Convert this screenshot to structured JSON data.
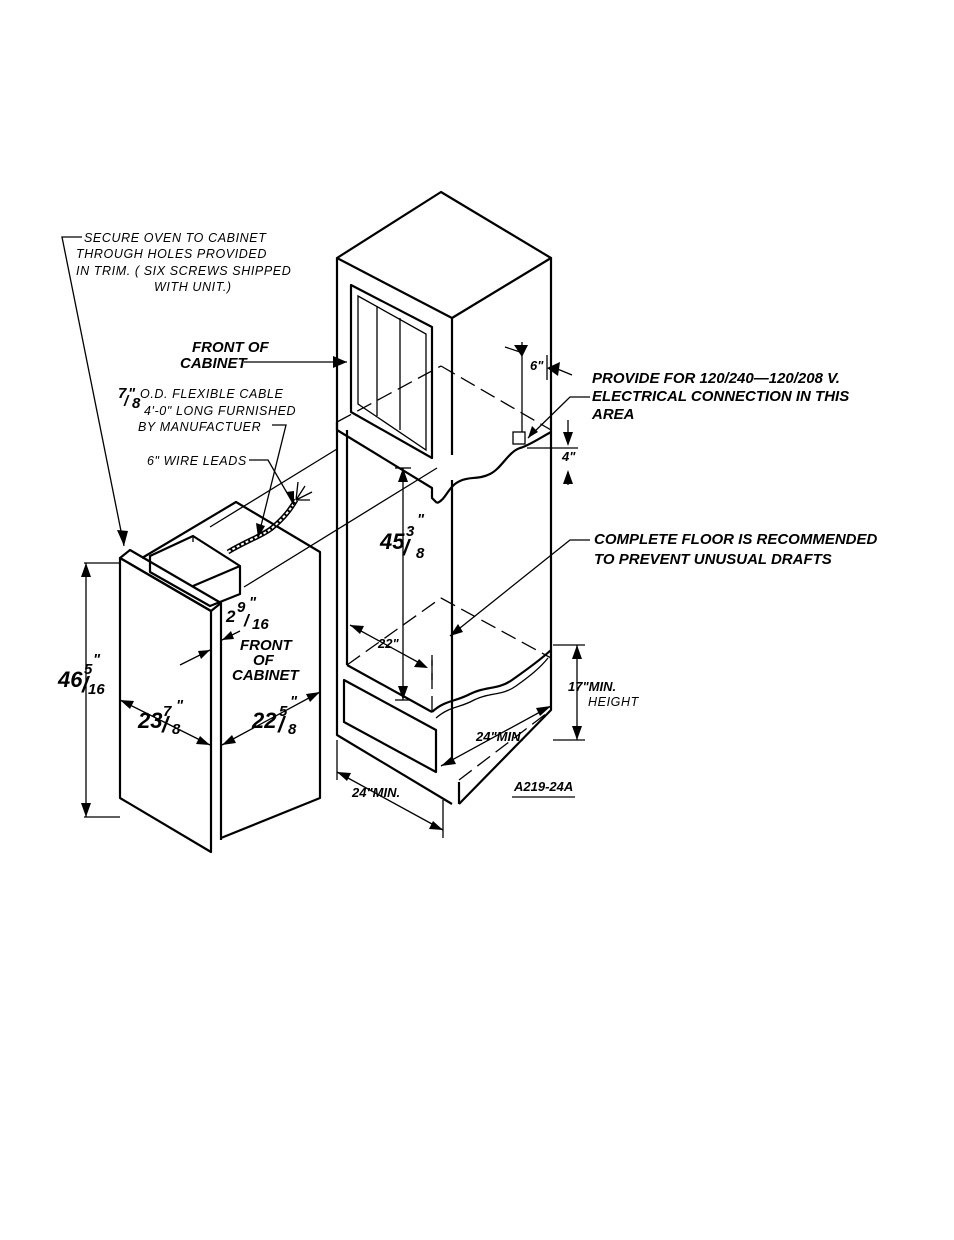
{
  "drawing_id": "A219-24A",
  "notes": {
    "secure": [
      "SECURE  OVEN  TO  CABINET",
      "THROUGH  HOLES  PROVIDED",
      "IN  TRIM.  ( SIX  SCREWS  SHIPPED",
      "WITH  UNIT.)"
    ],
    "front_of_cabinet_top": [
      "FRONT OF",
      "CABINET"
    ],
    "cable_fraction": [
      "7",
      "8",
      "\""
    ],
    "cable": [
      "O.D.  FLEXIBLE  CABLE",
      "4'-0\"  LONG  FURNISHED",
      "BY  MANUFACTUER"
    ],
    "wire_leads": "6\" WIRE  LEADS",
    "provide": [
      "PROVIDE  FOR  120/240—120/208 V.",
      "ELECTRICAL  CONNECTION  IN THIS",
      "AREA"
    ],
    "floor": [
      "COMPLETE  FLOOR  IS  RECOMMENDED",
      "TO  PREVENT  UNUSUAL  DRAFTS"
    ],
    "front_of_cabinet_side": [
      "FRONT",
      "OF",
      "CABINET"
    ],
    "min_height": [
      "17\"MIN.",
      "HEIGHT"
    ]
  },
  "dimensions": {
    "d_6": "6\"",
    "d_4": "4\"",
    "d_45": [
      "45",
      "3",
      "\"",
      "8"
    ],
    "d_22": "22\"",
    "d_24_right": "24\"MIN.",
    "d_24_bottom": "24\"MIN.",
    "d_46": [
      "46",
      "5",
      "\"",
      "16"
    ],
    "d_23": [
      "23",
      "7",
      "\"",
      "8"
    ],
    "d_22b": [
      "22",
      "5",
      "\"",
      "8"
    ],
    "d_2": [
      "2",
      "9",
      "\"",
      "16"
    ]
  }
}
